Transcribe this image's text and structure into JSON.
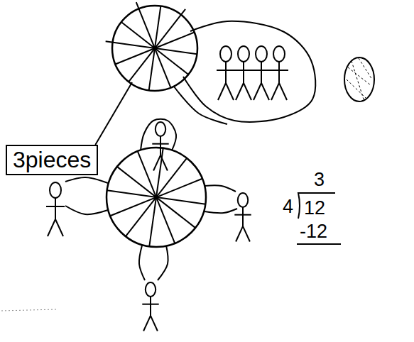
{
  "diagram": {
    "nodes": [
      {
        "text": [
          "3pieces"
        ]
      }
    ],
    "labels": [
      "3",
      "4",
      "12",
      "-12"
    ]
  }
}
